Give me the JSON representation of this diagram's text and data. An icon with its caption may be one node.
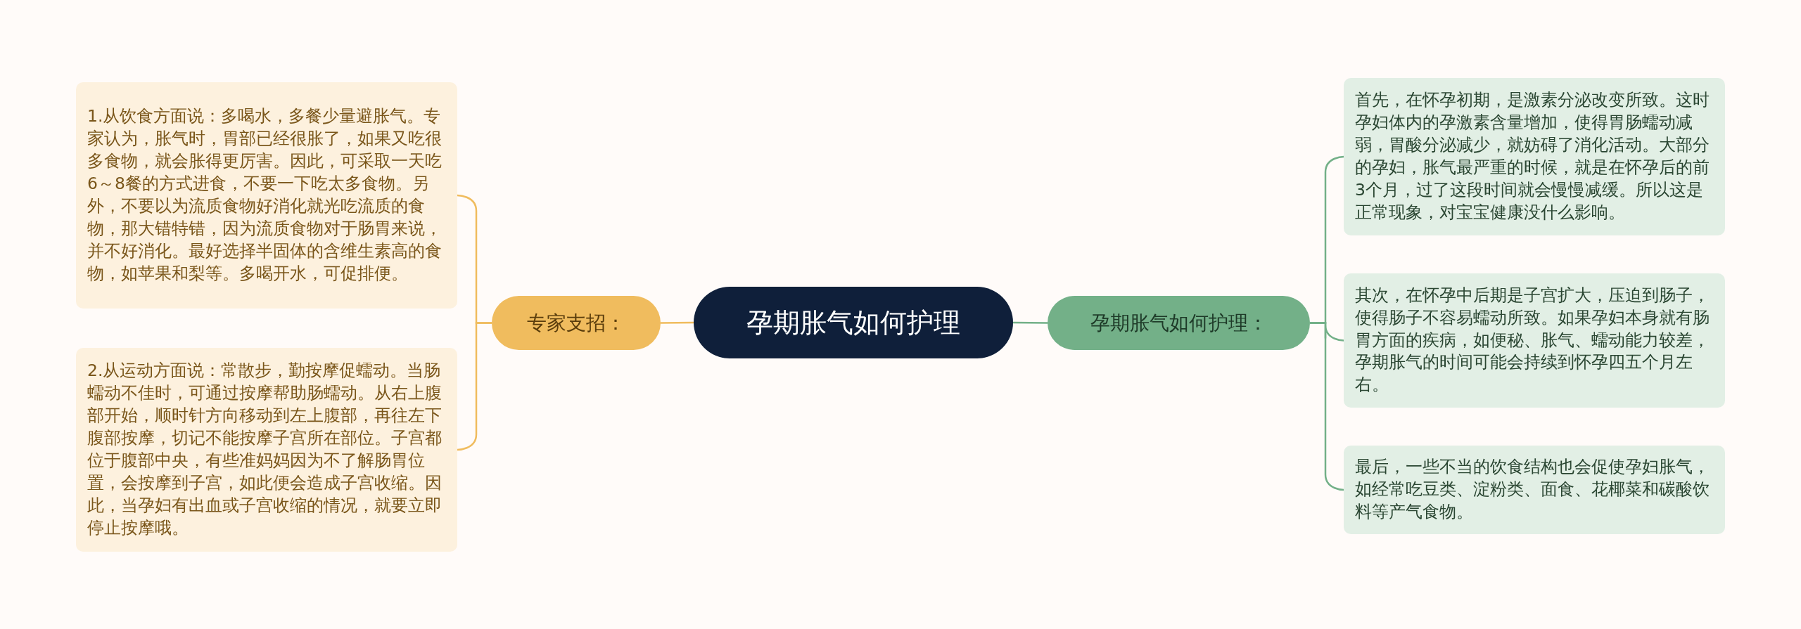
{
  "diagram": {
    "nodes": [
      {
        "text": [
          "孕期胀气如何护理"
        ]
      },
      {
        "text": [
          "专家支招："
        ]
      },
      {
        "text": [
          "1.从饮食方面说：多喝水，多餐少量避胀气。专家认为，胀气时，胃部已经很胀了，如果又吃很多食物，就会胀得更厉害。因此，可采取一天吃6～8餐的方式进食，不要一下吃太多食物。另外，不要以为流质食物好消化就光吃流质的食物，那大错特错，因为流质食物对于肠胃来说，并不好消化。最好选择半固体的含维生素高的食物，如苹果和梨等。多喝开水，可促排便。"
        ]
      },
      {
        "text": [
          "2.从运动方面说：常散步，勤按摩促蠕动。当肠蠕动不佳时，可通过按摩帮助肠蠕动。从右上腹部开始，顺时针方向移动到左上腹部，再往左下腹部按摩，切记不能按摩子宫所在部位。子宫都位于腹部中央，有些准妈妈因为不了解肠胃位置，会按摩到子宫，如此便会造成子宫收缩。因此，当孕妇有出血或子宫收缩的情况，就要立即停止按摩哦。"
        ]
      },
      {
        "text": [
          "孕期胀气如何护理："
        ]
      },
      {
        "text": [
          "首先，在怀孕初期，是激素分泌改变所致。这时孕妇体内的孕激素含量增加，使得胃肠蠕动减弱，胃酸分泌减少，就妨碍了消化活动。大部分的孕妇，胀气最严重的时候，就是在怀孕后的前3个月，过了这段时间就会慢慢减缓。所以这是正常现象，对宝宝健康没什么影响。"
        ]
      },
      {
        "text": [
          "其次，在怀孕中后期是子宫扩大，压迫到肠子，使得肠子不容易蠕动所致。如果孕妇本身就有肠胃方面的疾病，如便秘、胀气、蠕动能力较差，孕期胀气的时间可能会持续到怀孕四五个月左右。"
        ]
      },
      {
        "text": [
          "最后，一些不当的饮食结构也会促使孕妇胀气，如经常吃豆类、淀粉类、面食、花椰菜和碳酸饮料等产气食物。"
        ]
      }
    ],
    "edges": [
      {
        "from": 0,
        "to": 1,
        "arrow": "none",
        "color": "#f0bc5e"
      },
      {
        "from": 1,
        "to": 2,
        "arrow": "none",
        "color": "#f0bc5e"
      },
      {
        "from": 1,
        "to": 3,
        "arrow": "none",
        "color": "#f0bc5e"
      },
      {
        "from": 0,
        "to": 4,
        "arrow": "none",
        "color": "#73b088"
      },
      {
        "from": 4,
        "to": 5,
        "arrow": "none",
        "color": "#73b088"
      },
      {
        "from": 4,
        "to": 6,
        "arrow": "none",
        "color": "#73b088"
      },
      {
        "from": 4,
        "to": 7,
        "arrow": "none",
        "color": "#73b088"
      }
    ]
  }
}
